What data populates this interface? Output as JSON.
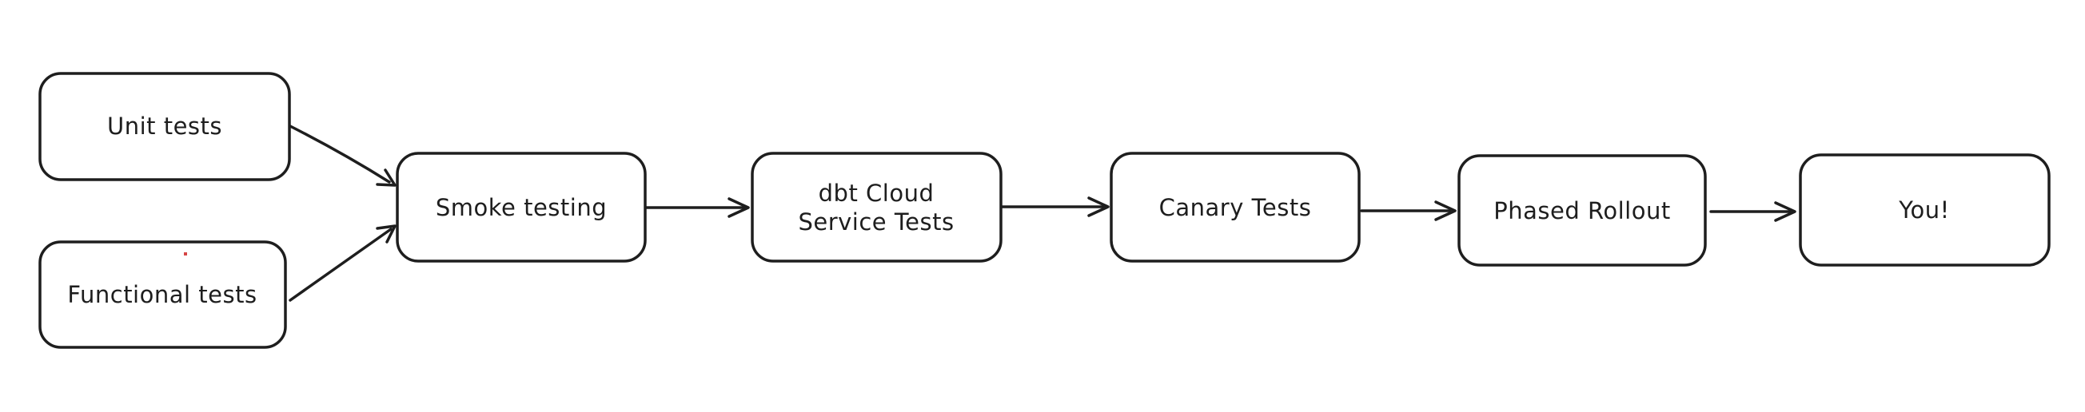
{
  "diagram": {
    "type": "flowchart",
    "style": "hand-drawn",
    "colors": {
      "stroke": "#1e1e1e",
      "background": "#ffffff",
      "artifact_dot": "#d64545"
    },
    "nodes": [
      {
        "id": "unit-tests",
        "label": "Unit tests"
      },
      {
        "id": "functional-tests",
        "label": "Functional tests"
      },
      {
        "id": "smoke-testing",
        "label": "Smoke testing"
      },
      {
        "id": "dbt-cloud-service-tests",
        "label": "dbt Cloud Service Tests",
        "lines": [
          "dbt Cloud",
          "Service Tests"
        ]
      },
      {
        "id": "canary-tests",
        "label": "Canary Tests"
      },
      {
        "id": "phased-rollout",
        "label": "Phased Rollout"
      },
      {
        "id": "you",
        "label": "You!"
      }
    ],
    "edges": [
      {
        "from": "unit-tests",
        "to": "smoke-testing"
      },
      {
        "from": "functional-tests",
        "to": "smoke-testing"
      },
      {
        "from": "smoke-testing",
        "to": "dbt-cloud-service-tests"
      },
      {
        "from": "dbt-cloud-service-tests",
        "to": "canary-tests"
      },
      {
        "from": "canary-tests",
        "to": "phased-rollout"
      },
      {
        "from": "phased-rollout",
        "to": "you"
      }
    ]
  }
}
